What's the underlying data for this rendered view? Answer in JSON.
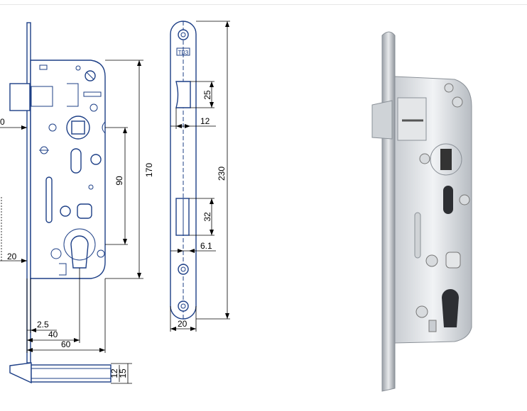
{
  "dimensions": {
    "backset_partial": "0",
    "case_height": "170",
    "spindle_to_cylinder": "90",
    "faceplate_length": "230",
    "latch_height": "25",
    "latch_projection": "12",
    "bolt_height": "32",
    "bolt_offset": "6.1",
    "faceplate_width": "20",
    "side_offset": "20",
    "faceplate_thickness": "2.5",
    "backset": "40",
    "case_depth": "60",
    "case_thickness_inner": "12",
    "case_thickness_outer": "15"
  },
  "faceplate_stamp": "ТВЗ"
}
